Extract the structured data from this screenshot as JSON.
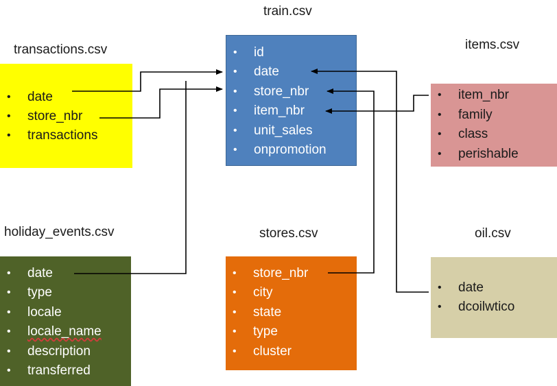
{
  "colors": {
    "transactions": "#ffff00",
    "train": "#4f81bd",
    "items": "#d99594",
    "holiday_events": "#4f6228",
    "stores": "#e46c0a",
    "oil": "#d6cfa8",
    "connector": "#000000"
  },
  "tables": {
    "transactions": {
      "title": "transactions.csv",
      "fields": [
        "date",
        "store_nbr",
        "transactions"
      ]
    },
    "train": {
      "title": "train.csv",
      "fields": [
        "id",
        "date",
        "store_nbr",
        "item_nbr",
        "unit_sales",
        "onpromotion"
      ]
    },
    "items": {
      "title": "items.csv",
      "fields": [
        "item_nbr",
        "family",
        "class",
        "perishable"
      ]
    },
    "holiday_events": {
      "title": "holiday_events.csv",
      "fields": [
        "date",
        "type",
        "locale",
        "locale_name",
        "description",
        "transferred"
      ]
    },
    "stores": {
      "title": "stores.csv",
      "fields": [
        "store_nbr",
        "city",
        "state",
        "type",
        "cluster"
      ]
    },
    "oil": {
      "title": "oil.csv",
      "fields": [
        "date",
        "dcoilwtico"
      ]
    }
  },
  "bullet": "•"
}
